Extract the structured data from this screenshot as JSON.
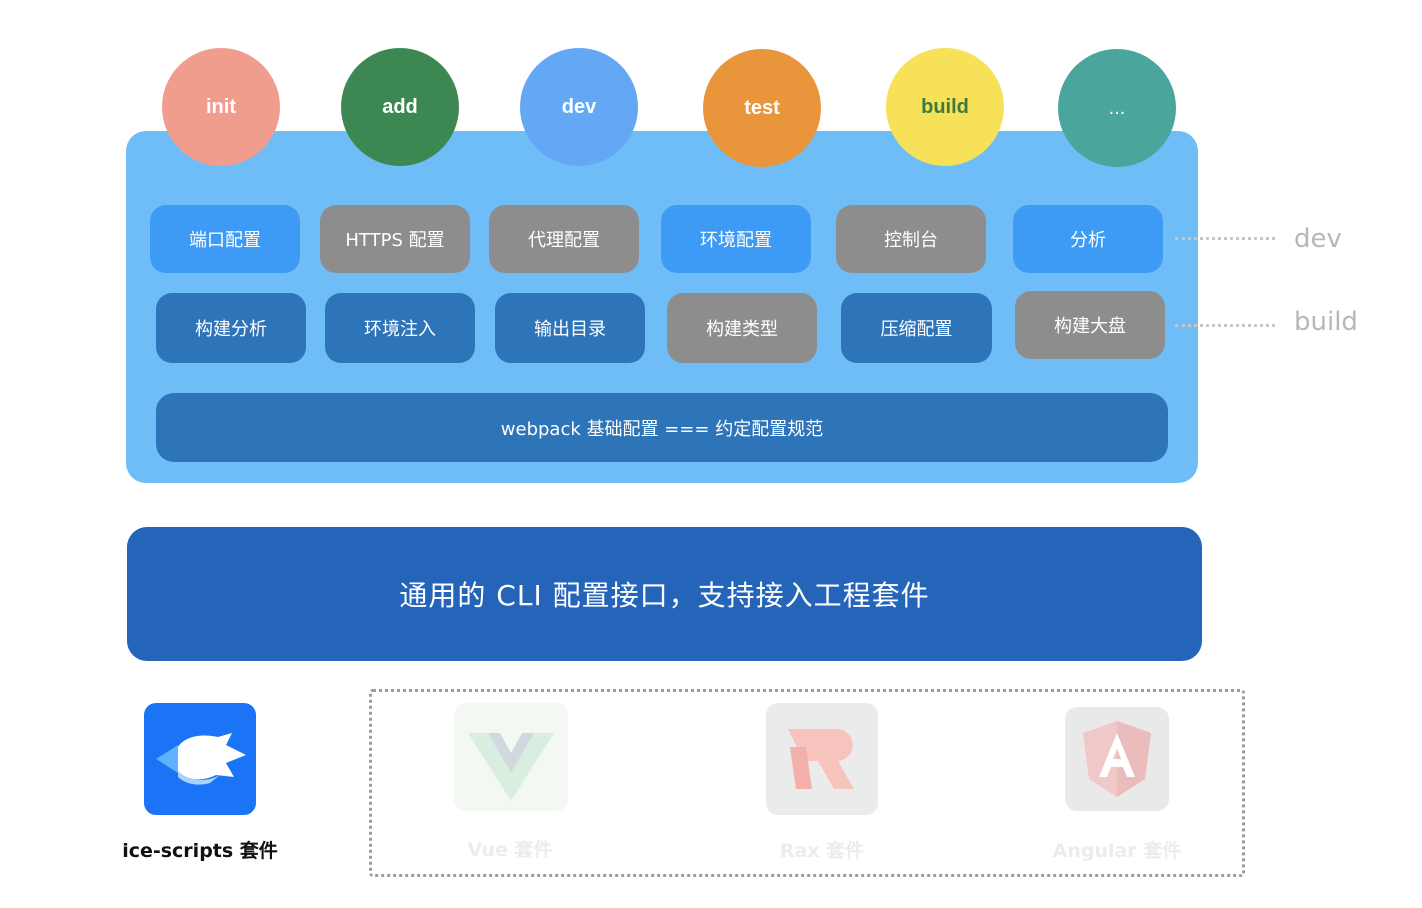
{
  "commands": [
    {
      "label": "init",
      "color": "#f19d8e"
    },
    {
      "label": "add",
      "color": "#3d8852"
    },
    {
      "label": "dev",
      "color": "#64a8f5"
    },
    {
      "label": "test",
      "color": "#e9953c"
    },
    {
      "label": "build",
      "color": "#f7e158"
    },
    {
      "label": "...",
      "color": "#4aa59d"
    }
  ],
  "dev_row": [
    "端口配置",
    "HTTPS 配置",
    "代理配置",
    "环境配置",
    "控制台",
    "分析"
  ],
  "build_row": [
    "构建分析",
    "环境注入",
    "输出目录",
    "构建类型",
    "压缩配置",
    "构建大盘"
  ],
  "base_config": "webpack 基础配置 === 约定配置规范",
  "cli_interface": "通用的 CLI  配置接口，支持接入工程套件",
  "row_labels": {
    "dev": "dev",
    "build": "build"
  },
  "kits": {
    "ice": "ice-scripts 套件",
    "vue": "Vue 套件",
    "rax": "Rax 套件",
    "angular": "Angular 套件"
  },
  "colors": {
    "panel": "#6fbdf7",
    "pill_light": "#3d9bf6",
    "pill_gray": "#8d8d8d",
    "pill_dark": "#2e74b9",
    "cli": "#2465b9",
    "ice_tile": "#1b73f5"
  }
}
